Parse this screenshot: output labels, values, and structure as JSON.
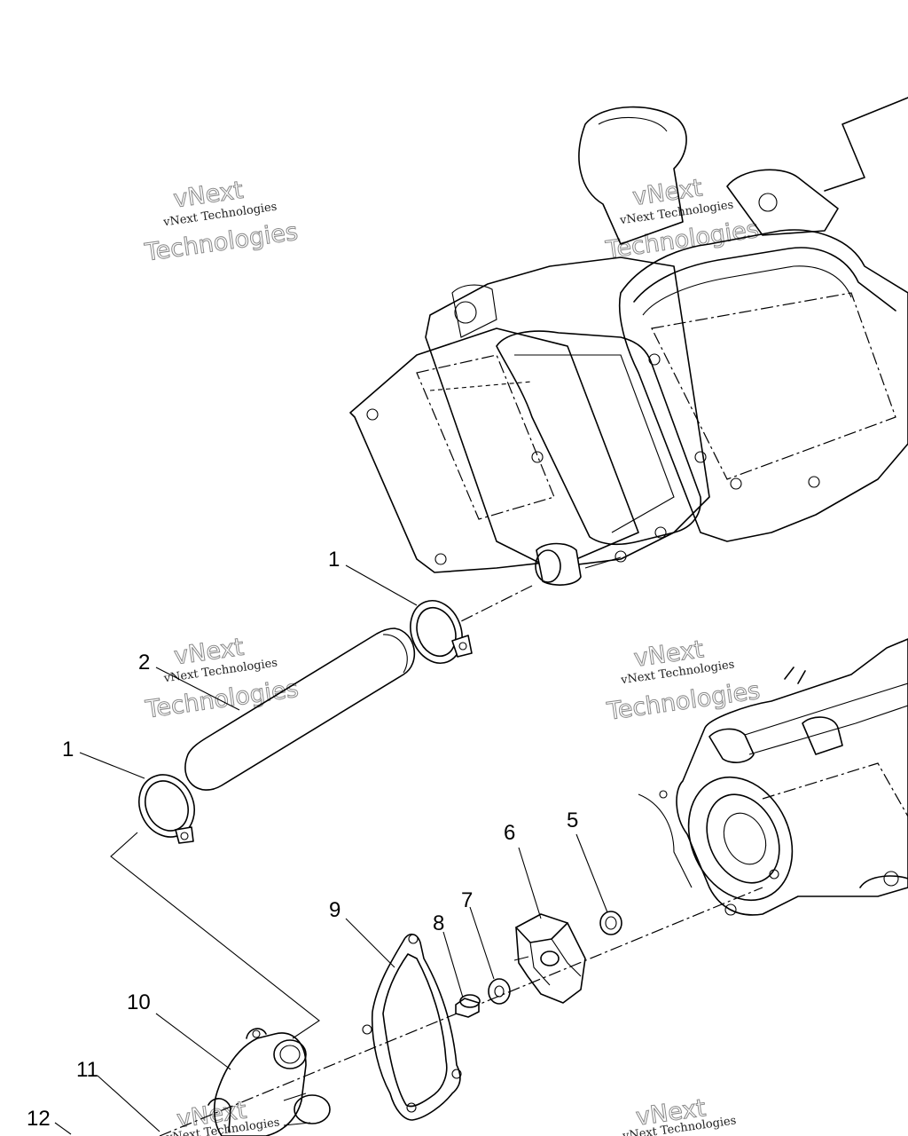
{
  "callouts": {
    "c1_top": "1",
    "c2": "2",
    "c1_left": "1",
    "c6": "6",
    "c5": "5",
    "c7": "7",
    "c8": "8",
    "c9": "9",
    "c10": "10",
    "c11": "11",
    "c12": "12"
  },
  "watermark": {
    "line_small": "vNext Technologies",
    "line_big_top": "vNext",
    "line_big_bottom": "Technologies"
  }
}
